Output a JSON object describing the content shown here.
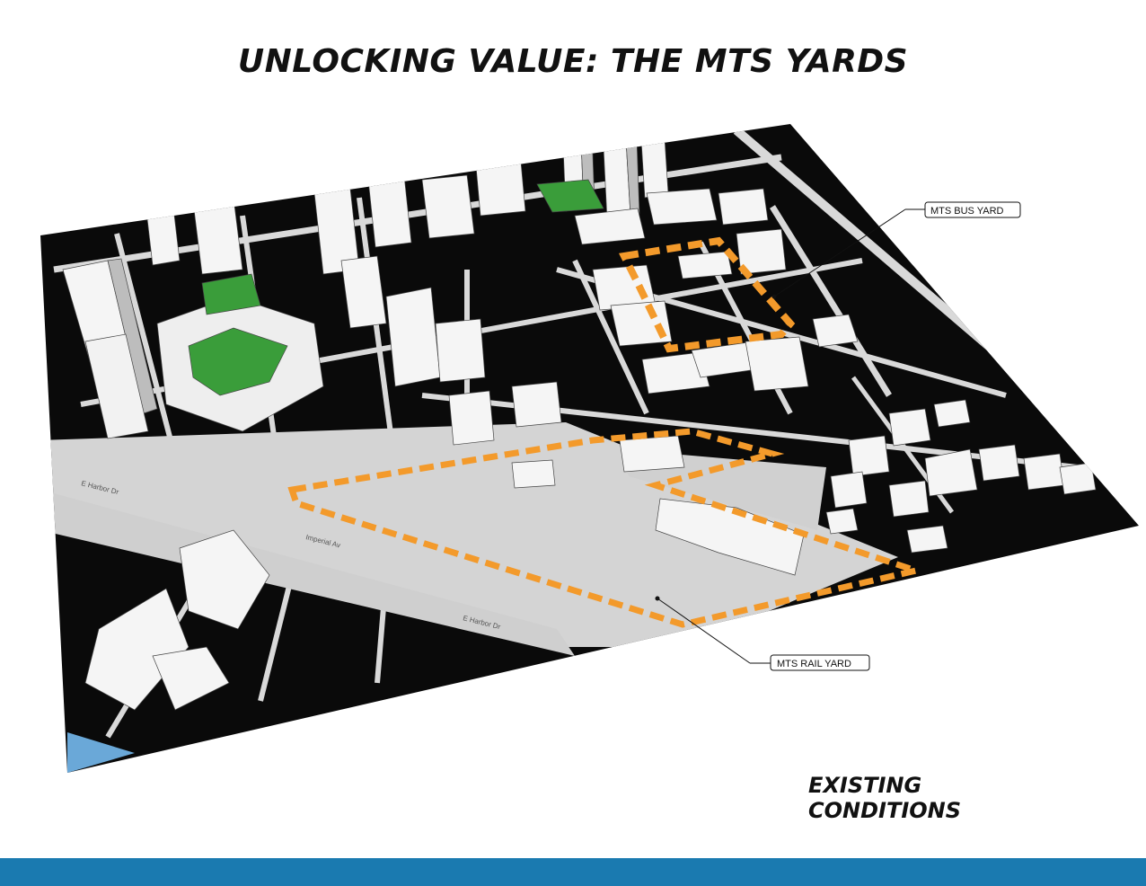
{
  "title": "UNLOCKING VALUE: THE MTS YARDS",
  "subtitle": "EXISTING CONDITIONS",
  "callouts": {
    "bus_yard": "MTS BUS YARD",
    "rail_yard": "MTS RAIL YARD"
  },
  "street_labels": {
    "harbor_1": "E Harbor Dr",
    "harbor_2": "E Harbor Dr",
    "street_3": "Imperial Av"
  },
  "colors": {
    "map_ground": "#0a0a0a",
    "street": "#d9d9d9",
    "rail_corridor": "#d4d4d4",
    "building_top": "#f7f7f7",
    "building_side": "#bdbdbd",
    "green_space": "#3a9d3a",
    "boundary_dash": "#f39a2b",
    "water": "#6aa8d8",
    "bottom_bar": "#1a7ab0"
  }
}
